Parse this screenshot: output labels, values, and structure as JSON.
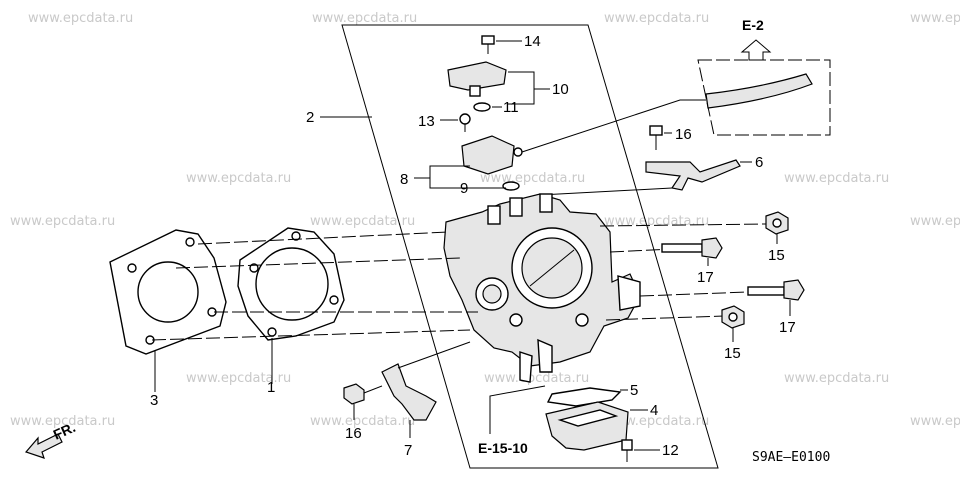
{
  "watermark": "www.epcdata.ru",
  "diagram_code": "S9AE—E0100",
  "ref_top": "E-2",
  "ref_bottom": "E-15-10",
  "front_label": "FR.",
  "callouts": {
    "c1": "1",
    "c2": "2",
    "c3": "3",
    "c4": "4",
    "c5": "5",
    "c6": "6",
    "c7": "7",
    "c8": "8",
    "c9": "9",
    "c10": "10",
    "c11": "11",
    "c12": "12",
    "c13": "13",
    "c14": "14",
    "c15a": "15",
    "c15b": "15",
    "c16a": "16",
    "c16b": "16",
    "c17a": "17",
    "c17b": "17"
  }
}
